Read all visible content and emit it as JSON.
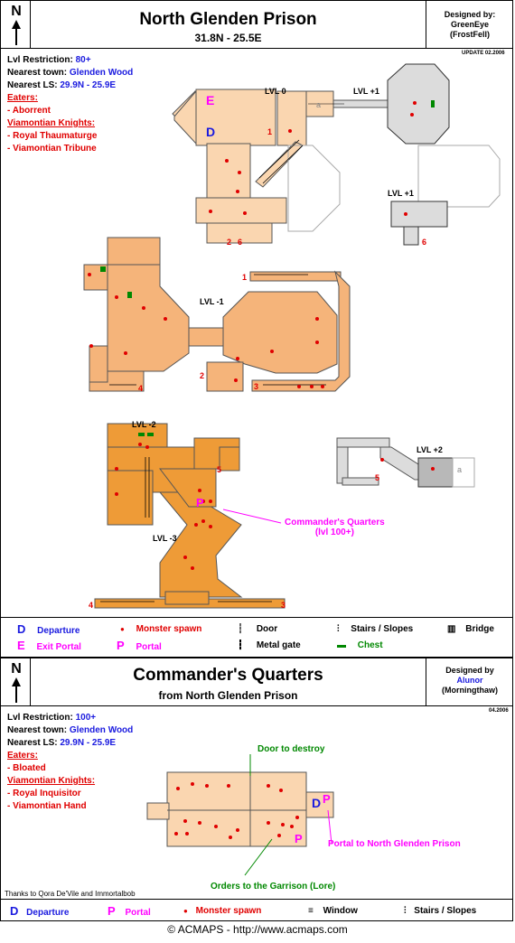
{
  "prison": {
    "title": "North Glenden Prison",
    "coords": "31.8N - 25.5E",
    "designed_by": "Designed by:",
    "designer": "GreenEye",
    "designer_sub": "(FrostFell)",
    "update": "UPDATE 02.2006",
    "lvl_restriction_label": "Lvl Restriction:",
    "lvl_restriction": "80+",
    "nearest_town_label": "Nearest town:",
    "nearest_town": "Glenden Wood",
    "nearest_ls_label": "Nearest LS:",
    "nearest_ls": "29.9N - 25.9E",
    "eaters_label": "Eaters:",
    "eaters": [
      "- Aborrent"
    ],
    "knights_label": "Viamontian Knights:",
    "knights": [
      "- Royal Thaumaturge",
      "- Viamontian Tribune"
    ],
    "levels": {
      "lvl0": "LVL 0",
      "lvl1a": "LVL +1",
      "lvl1b": "LVL +1",
      "lvlm1": "LVL -1",
      "lvlm2": "LVL -2",
      "lvlm3": "LVL -3",
      "lvl2": "LVL +2"
    },
    "markers": {
      "E": "E",
      "D": "D",
      "P": "P",
      "a1": "a",
      "a2": "a",
      "n1a": "1",
      "n1b": "1",
      "n2a": "2",
      "n2b": "2",
      "n3a": "3",
      "n3b": "3",
      "n4a": "4",
      "n4b": "4",
      "n5a": "5",
      "n5b": "5",
      "n6a": "6",
      "n6b": "6"
    },
    "commanders_label": "Commander's Quarters",
    "commanders_sub": "(lvl 100+)",
    "legend": {
      "departure": "Departure",
      "exit_portal": "Exit Portal",
      "monster_spawn": "Monster spawn",
      "portal": "Portal",
      "door": "Door",
      "metal_gate": "Metal gate",
      "stairs": "Stairs / Slopes",
      "chest": "Chest",
      "bridge": "Bridge",
      "D": "D",
      "E": "E",
      "P": "P"
    }
  },
  "quarters": {
    "title": "Commander's Quarters",
    "subtitle": "from North Glenden Prison",
    "designed_by": "Designed by",
    "designer": "Alunor",
    "designer_sub": "(Morningthaw)",
    "update": "04.2006",
    "lvl_restriction_label": "Lvl Restriction:",
    "lvl_restriction": "100+",
    "nearest_town_label": "Nearest town:",
    "nearest_town": "Glenden Wood",
    "nearest_ls_label": "Nearest LS:",
    "nearest_ls": "29.9N - 25.9E",
    "eaters_label": "Eaters:",
    "eaters": [
      "- Bloated"
    ],
    "knights_label": "Viamontian Knights:",
    "knights": [
      "- Royal Inquisitor",
      "- Viamontian Hand"
    ],
    "door_label": "Door to destroy",
    "orders_label": "Orders to the Garrison (Lore)",
    "portal_label": "Portal to North Glenden Prison",
    "markers": {
      "D": "D",
      "P1": "P",
      "P2": "P"
    },
    "thanks": "Thanks to Qora De'Vile and Immortalbob",
    "legend": {
      "departure": "Departure",
      "portal": "Portal",
      "monster_spawn": "Monster spawn",
      "window": "Window",
      "stairs": "Stairs / Slopes",
      "D": "D",
      "P": "P"
    }
  },
  "north": "N",
  "north2": "N",
  "footer": "© ACMAPS - http://www.acmaps.com",
  "colors": {
    "room_light": "#fad6b0",
    "room_mid": "#f5b47a",
    "room_dark": "#ee9b37",
    "room_grey": "#dcdcdc",
    "monster": "#e00000"
  }
}
